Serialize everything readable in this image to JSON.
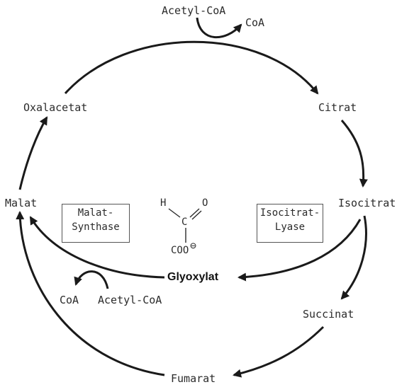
{
  "metabolites": {
    "acetyl_coa_top": "Acetyl-CoA",
    "coa_top": "CoA",
    "citrat": "Citrat",
    "isocitrat": "Isocitrat",
    "succinat": "Succinat",
    "fumarat": "Fumarat",
    "malat": "Malat",
    "oxalacetat": "Oxalacetat",
    "glyoxylat": "Glyoxylat",
    "coa_bottom": "CoA",
    "acetyl_coa_bottom": "Acetyl-CoA"
  },
  "enzymes": {
    "malat_synthase": {
      "line1": "Malat-",
      "line2": "Synthase"
    },
    "isocitrat_lyase": {
      "line1": "Isocitrat-",
      "line2": "Lyase"
    }
  },
  "structure": {
    "h": "H",
    "c": "C",
    "o": "O",
    "coo": "COO",
    "charge": "⊖"
  }
}
